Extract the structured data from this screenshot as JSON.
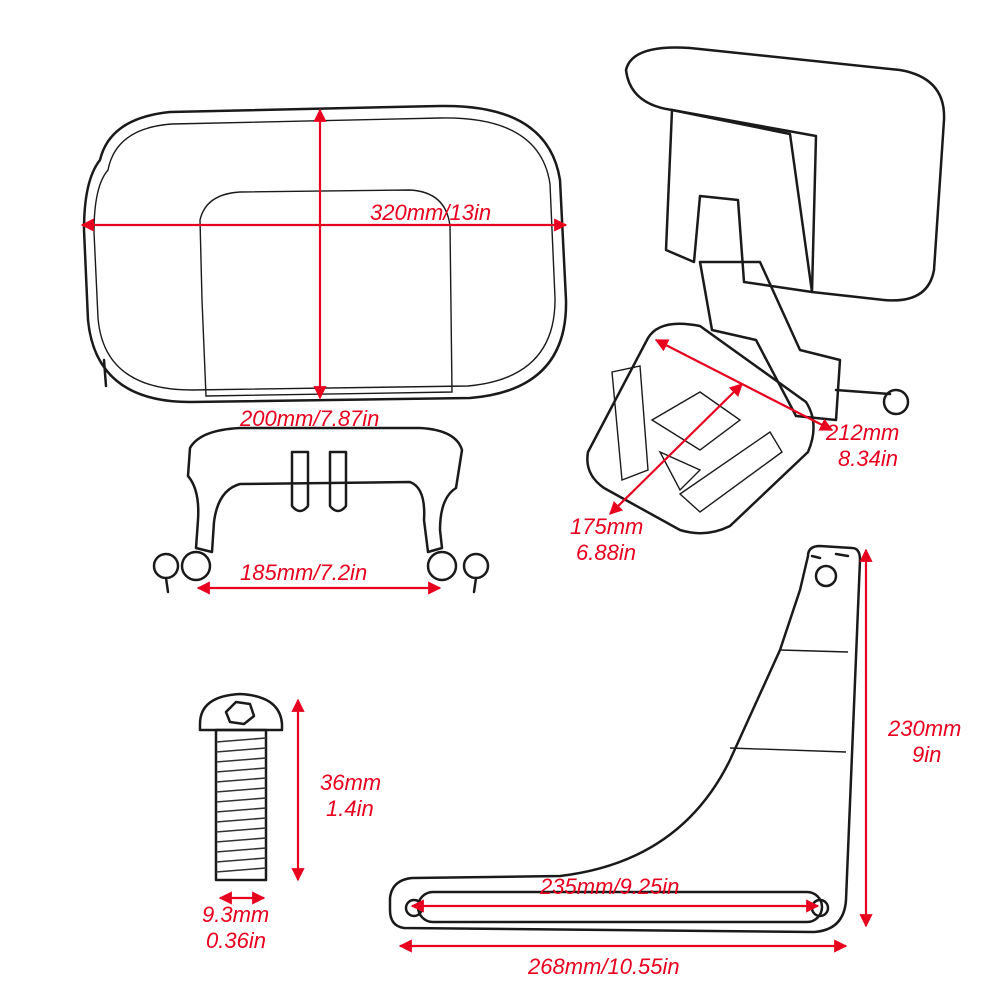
{
  "colors": {
    "dimension": "#e8001f",
    "ink": "#1a1a1a",
    "cushion_fill": "#d9d9d9",
    "mesh_fill": "#9a9a9a",
    "chrome": "#bfbfbf"
  },
  "icons": [
    "backrest-cushion-icon",
    "backrest-bracket-icon",
    "bolt-icon",
    "side-plate-icon"
  ],
  "labels": {
    "backrest_width": "320mm/13in",
    "backrest_height": "200mm/7.87in",
    "bracket_span": "185mm/7.2in",
    "luggage_length_mm": "212mm",
    "luggage_length_in": "8.34in",
    "luggage_width_mm": "175mm",
    "luggage_width_in": "6.88in",
    "bolt_length_mm": "36mm",
    "bolt_length_in": "1.4in",
    "bolt_diameter_mm": "9.3mm",
    "bolt_diameter_in": "0.36in",
    "plate_height_mm": "230mm",
    "plate_height_in": "9in",
    "plate_slot": "235mm/9.25in",
    "plate_length": "268mm/10.55in"
  }
}
